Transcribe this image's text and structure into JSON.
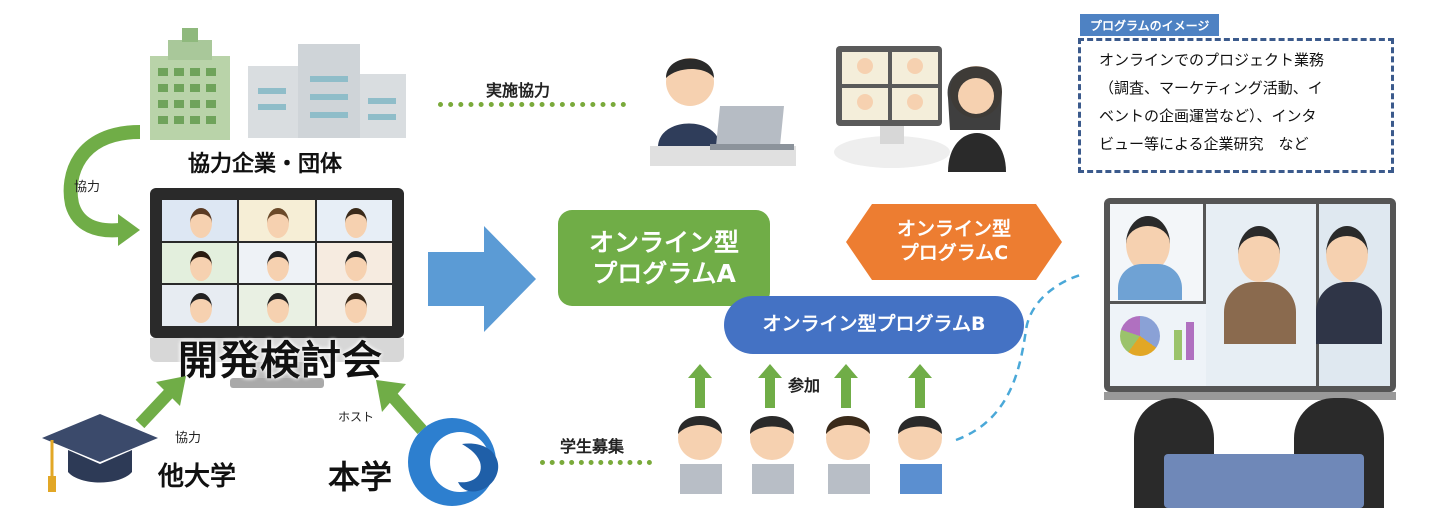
{
  "labels": {
    "partners": "協力企業・団体",
    "cooperation_left": "協力",
    "implementation_coop": "実施協力",
    "dev_meeting": "開発検討会",
    "other_univ": "他大学",
    "other_univ_coop": "協力",
    "our_univ": "本学",
    "host": "ホスト",
    "student_recruit": "学生募集",
    "participate": "参加"
  },
  "programs": {
    "a": [
      "オンライン型",
      "プログラムA"
    ],
    "b": "オンライン型プログラムB",
    "c": [
      "オンライン型",
      "プログラムC"
    ]
  },
  "image_box": {
    "title": "プログラムのイメージ",
    "lines": [
      "オンラインでのプロジェクト業務",
      "（調査、マーケティング活動、イ",
      "ベントの企画運営など）、インタ",
      "ビュー等による企業研究　など"
    ]
  },
  "colors": {
    "green": "#70ad47",
    "blue": "#4472c4",
    "orange": "#ed7d31",
    "arrow_blue": "#5b9bd5",
    "dotted_green": "#7aaa3b",
    "dashed_blue": "#3b5a8c"
  },
  "icons": [
    "office-building-icon",
    "buildings-icon",
    "graduation-cap-icon",
    "university-logo-icon",
    "monitor-icon",
    "person-laptop-icon",
    "video-call-icon",
    "student-icon",
    "meeting-illustration-icon"
  ]
}
